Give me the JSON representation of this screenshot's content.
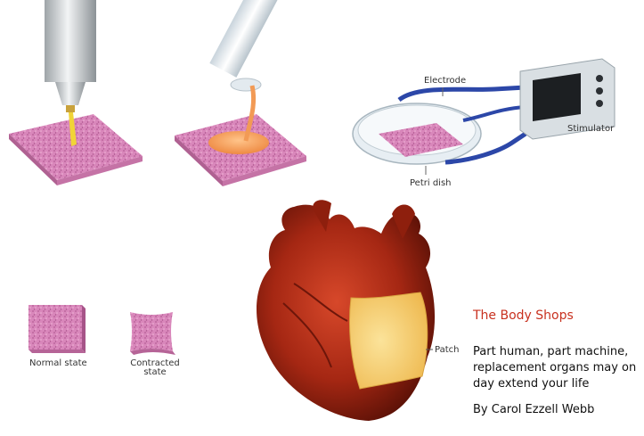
{
  "labels": {
    "electrode": "Electrode",
    "stimulator": "Stimulator",
    "petri_dish": "Petri dish",
    "patch": "Patch",
    "normal_state": "Normal state",
    "contracted_line1": "Contracted",
    "contracted_line2": "state"
  },
  "article": {
    "title": "The Body Shops",
    "subtitle": "Part human, part machine,\nreplacement organs may on\nday extend your life",
    "byline": "By Carol Ezzell Webb"
  },
  "colors": {
    "title_accent": "#c8311f",
    "scaffold_pink": "#d982b8",
    "heart_red": "#a52713",
    "patch_yellow": "#f6cf6a",
    "cell_orange": "#f29a55",
    "electrode_blue": "#2c47a8"
  }
}
